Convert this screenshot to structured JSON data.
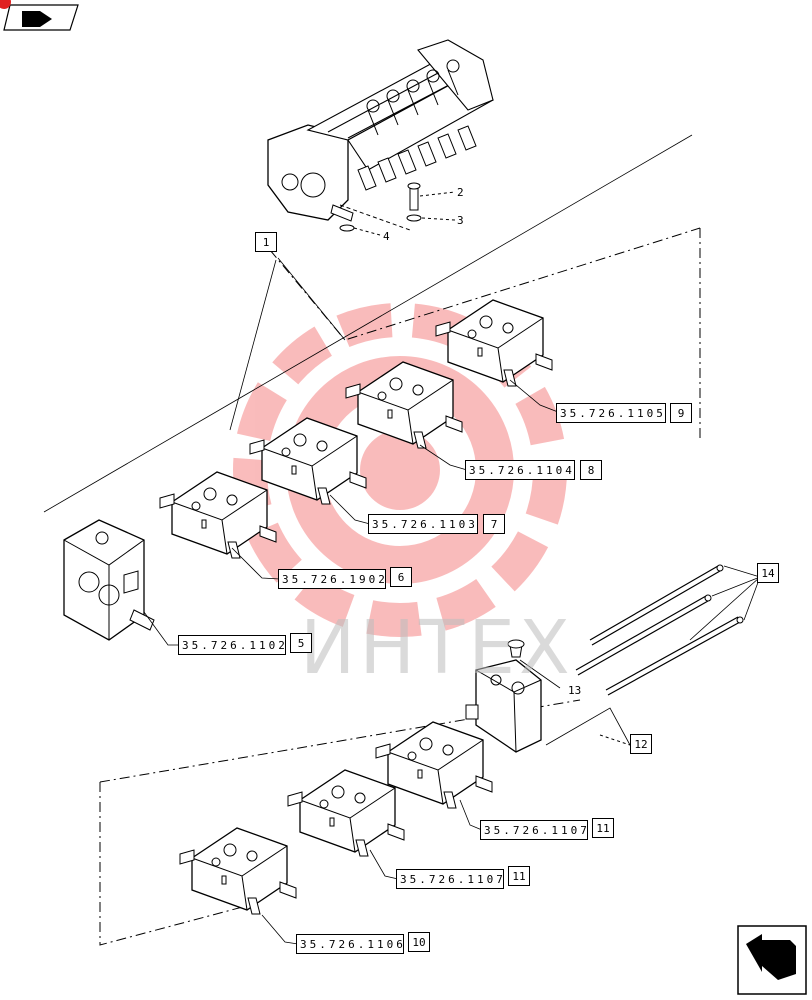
{
  "watermark": {
    "text": "ИНТЕХ",
    "color": "#f04040"
  },
  "nav": {
    "top_icon": "next-page-icon",
    "bottom_icon": "return-icon"
  },
  "references": [
    {
      "code": "35.726.1105",
      "item": "9"
    },
    {
      "code": "35.726.1104",
      "item": "8"
    },
    {
      "code": "35.726.1103",
      "item": "7"
    },
    {
      "code": "35.726.1902",
      "item": "6"
    },
    {
      "code": "35.726.1102",
      "item": "5"
    },
    {
      "code": "35.726.1107",
      "item": "11"
    },
    {
      "code": "35.726.1107",
      "item": "11"
    },
    {
      "code": "35.726.1106",
      "item": "10"
    }
  ],
  "callouts": {
    "c1": "1",
    "c2": "2",
    "c3": "3",
    "c4": "4",
    "c12": "12",
    "c13": "13",
    "c14": "14"
  }
}
